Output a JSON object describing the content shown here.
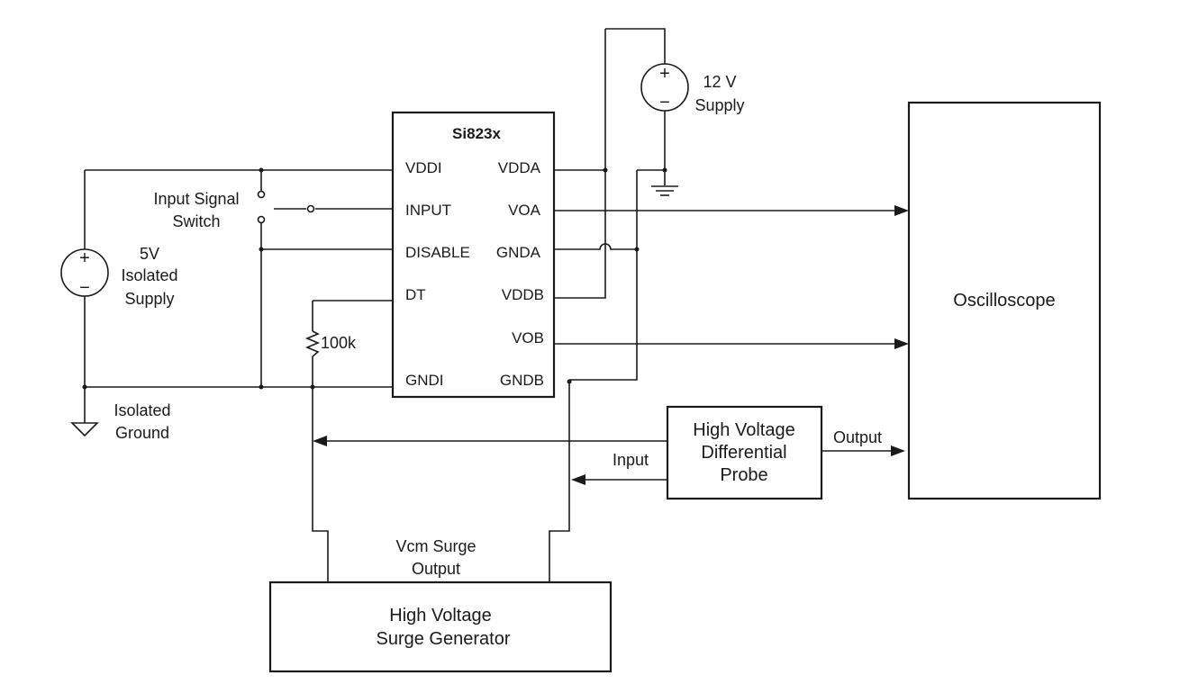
{
  "chip": {
    "title": "Si823x",
    "left_pins": [
      "VDDI",
      "INPUT",
      "DISABLE",
      "DT",
      "GNDI"
    ],
    "right_pins": [
      "VDDA",
      "VOA",
      "GNDA",
      "VDDB",
      "VOB",
      "GNDB"
    ]
  },
  "supply_12v": {
    "line1": "12 V",
    "line2": "Supply"
  },
  "supply_5v": {
    "line1": "5V",
    "line2": "Isolated",
    "line3": "Supply"
  },
  "input_switch": {
    "line1": "Input Signal",
    "line2": "Switch"
  },
  "resistor": {
    "label": "100k"
  },
  "isolated_ground": {
    "line1": "Isolated",
    "line2": "Ground"
  },
  "oscilloscope": {
    "label": "Oscilloscope"
  },
  "probe": {
    "line1": "High Voltage",
    "line2": "Differential",
    "line3": "Probe",
    "input_label": "Input",
    "output_label": "Output"
  },
  "surge_output": {
    "line1": "Vcm Surge",
    "line2": "Output"
  },
  "surge_generator": {
    "line1": "High Voltage",
    "line2": "Surge Generator"
  },
  "symbols": {
    "plus": "+",
    "minus": "−"
  }
}
